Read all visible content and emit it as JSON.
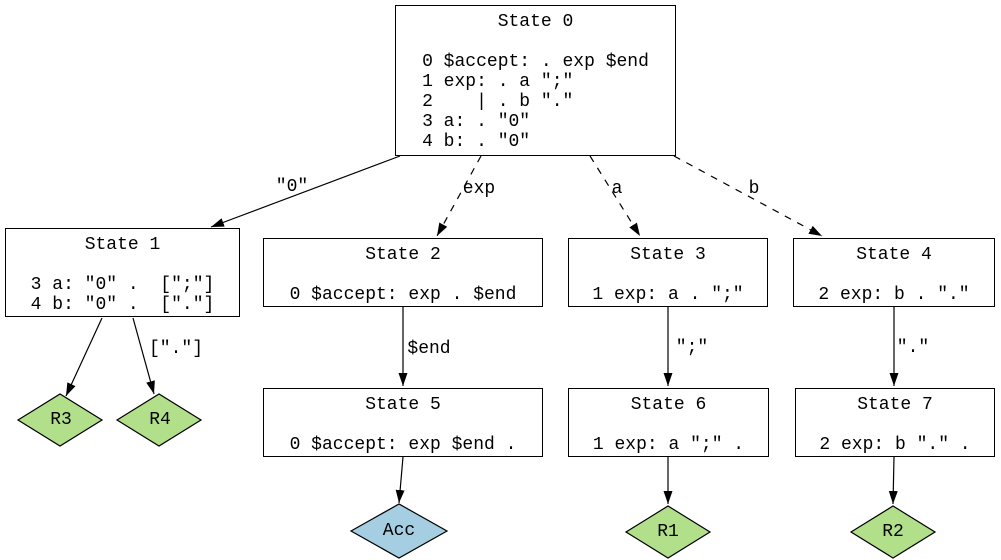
{
  "diagram": {
    "kind": "lalr-automaton-graph",
    "colors": {
      "background": "#ffffff",
      "node_stroke": "#000000",
      "edge_color": "#000000",
      "state_fill": "#ffffff",
      "reduce_fill": "#b2df8a",
      "accept_fill": "#a6cee3"
    },
    "states": [
      {
        "title": "State 0",
        "rules": [
          "0 $accept: . exp $end",
          "1 exp: . a \";\"",
          "2    | . b \".\"",
          "3 a: . \"0\"",
          "4 b: . \"0\""
        ]
      },
      {
        "title": "State 1",
        "rules": [
          "3 a: \"0\" .  [\";\"]",
          "4 b: \"0\" .  [\".\"]"
        ]
      },
      {
        "title": "State 2",
        "rules": [
          "0 $accept: exp . $end"
        ]
      },
      {
        "title": "State 3",
        "rules": [
          "1 exp: a . \";\""
        ]
      },
      {
        "title": "State 4",
        "rules": [
          "2 exp: b . \".\""
        ]
      },
      {
        "title": "State 5",
        "rules": [
          "0 $accept: exp $end ."
        ]
      },
      {
        "title": "State 6",
        "rules": [
          "1 exp: a \";\" ."
        ]
      },
      {
        "title": "State 7",
        "rules": [
          "2 exp: b \".\" ."
        ]
      }
    ],
    "terminal_nodes": [
      {
        "label": "R3",
        "type": "reduce"
      },
      {
        "label": "R4",
        "type": "reduce"
      },
      {
        "label": "Acc",
        "type": "accept"
      },
      {
        "label": "R1",
        "type": "reduce"
      },
      {
        "label": "R2",
        "type": "reduce"
      }
    ],
    "edges": [
      {
        "from": "State 0",
        "to": "State 1",
        "label": "\"0\"",
        "style": "solid"
      },
      {
        "from": "State 0",
        "to": "State 2",
        "label": "exp",
        "style": "dashed"
      },
      {
        "from": "State 0",
        "to": "State 3",
        "label": "a",
        "style": "dashed"
      },
      {
        "from": "State 0",
        "to": "State 4",
        "label": "b",
        "style": "dashed"
      },
      {
        "from": "State 1",
        "to": "R3",
        "label": "",
        "style": "solid"
      },
      {
        "from": "State 1",
        "to": "R4",
        "label": "[\".\"]",
        "style": "solid"
      },
      {
        "from": "State 2",
        "to": "State 5",
        "label": "$end",
        "style": "solid"
      },
      {
        "from": "State 3",
        "to": "State 6",
        "label": "\";\"",
        "style": "solid"
      },
      {
        "from": "State 4",
        "to": "State 7",
        "label": "\".\"",
        "style": "solid"
      },
      {
        "from": "State 5",
        "to": "Acc",
        "label": "",
        "style": "solid"
      },
      {
        "from": "State 6",
        "to": "R1",
        "label": "",
        "style": "solid"
      },
      {
        "from": "State 7",
        "to": "R2",
        "label": "",
        "style": "solid"
      }
    ]
  }
}
